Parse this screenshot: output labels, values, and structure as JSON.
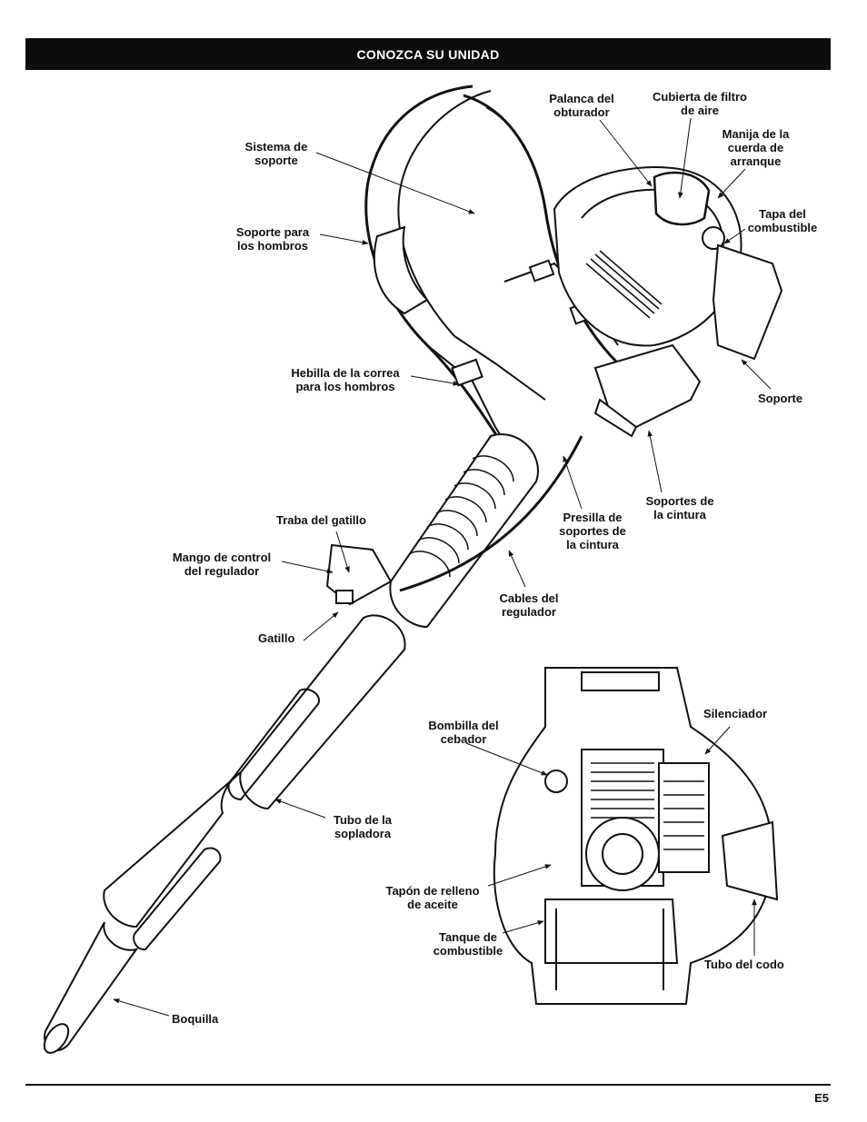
{
  "header": {
    "title": "CONOZCA SU UNIDAD"
  },
  "labels": {
    "palanca": [
      "Palanca del",
      "obturador"
    ],
    "cubierta": [
      "Cubierta de filtro",
      "de aire"
    ],
    "manija": [
      "Manija de la",
      "cuerda de",
      "arranque"
    ],
    "sistema": [
      "Sistema de",
      "soporte"
    ],
    "tapa": [
      "Tapa del",
      "combustible"
    ],
    "soporte_hombros": [
      "Soporte para",
      "los hombros"
    ],
    "hebilla": [
      "Hebilla de la correa",
      "para los hombros"
    ],
    "soporte": [
      "Soporte"
    ],
    "soportes_cintura": [
      "Soportes de",
      "la cintura"
    ],
    "traba": [
      "Traba del gatillo"
    ],
    "presilla": [
      "Presilla de",
      "soportes de",
      "la cintura"
    ],
    "mango": [
      "Mango de control",
      "del regulador"
    ],
    "cables": [
      "Cables del",
      "regulador"
    ],
    "gatillo": [
      "Gatillo"
    ],
    "silenciador": [
      "Silenciador"
    ],
    "bombilla": [
      "Bombilla del",
      "cebador"
    ],
    "tubo_sopladora": [
      "Tubo de la",
      "sopladora"
    ],
    "tapon": [
      "Tapón de relleno",
      "de aceite"
    ],
    "tanque": [
      "Tanque de",
      "combustible"
    ],
    "tubo_codo": [
      "Tubo del codo"
    ],
    "boquilla": [
      "Boquilla"
    ]
  },
  "footer": {
    "page_number": "E5"
  }
}
